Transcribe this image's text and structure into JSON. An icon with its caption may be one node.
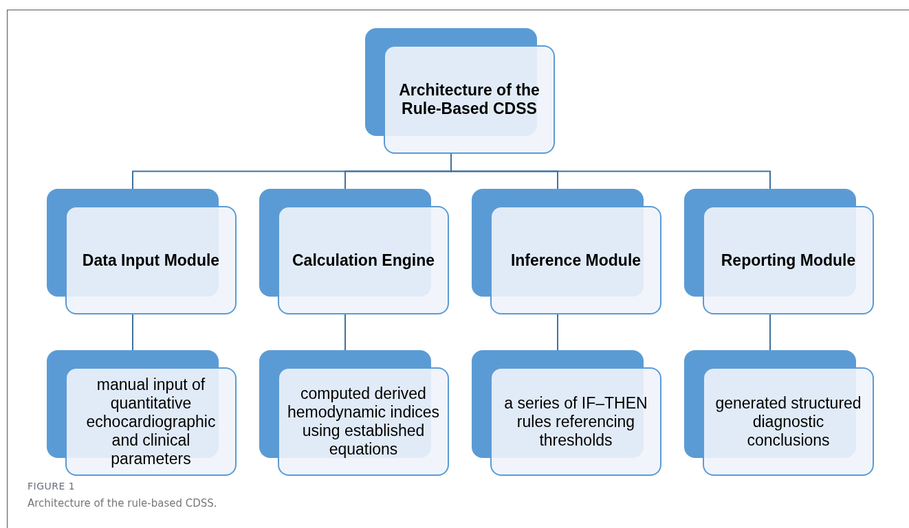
{
  "diagram": {
    "caption": "Architecture of the rule-based CDSS.",
    "nodes": [
      {
        "text": [
          "Architecture of the Rule-Based CDSS"
        ]
      },
      {
        "text": [
          "Data Input Module"
        ]
      },
      {
        "text": [
          "Calculation Engine"
        ]
      },
      {
        "text": [
          "Inference Module"
        ]
      },
      {
        "text": [
          "Reporting Module"
        ]
      },
      {
        "text": [
          "manual input of quantitative echocardiographic and clinical parameters"
        ]
      },
      {
        "text": [
          "computed derived hemodynamic indices using established equations"
        ]
      },
      {
        "text": [
          "a series of IF–THEN rules referencing thresholds"
        ]
      },
      {
        "text": [
          "generated structured diagnostic conclusions"
        ]
      }
    ],
    "edges": [
      {
        "from": 0,
        "to": 1,
        "arrow": "none"
      },
      {
        "from": 0,
        "to": 2,
        "arrow": "none"
      },
      {
        "from": 0,
        "to": 3,
        "arrow": "none"
      },
      {
        "from": 0,
        "to": 4,
        "arrow": "none"
      },
      {
        "from": 1,
        "to": 5,
        "arrow": "none"
      },
      {
        "from": 2,
        "to": 6,
        "arrow": "none"
      },
      {
        "from": 3,
        "to": 7,
        "arrow": "none"
      },
      {
        "from": 4,
        "to": 8,
        "arrow": "none"
      }
    ],
    "labels": [
      "FIGURE 1"
    ]
  }
}
